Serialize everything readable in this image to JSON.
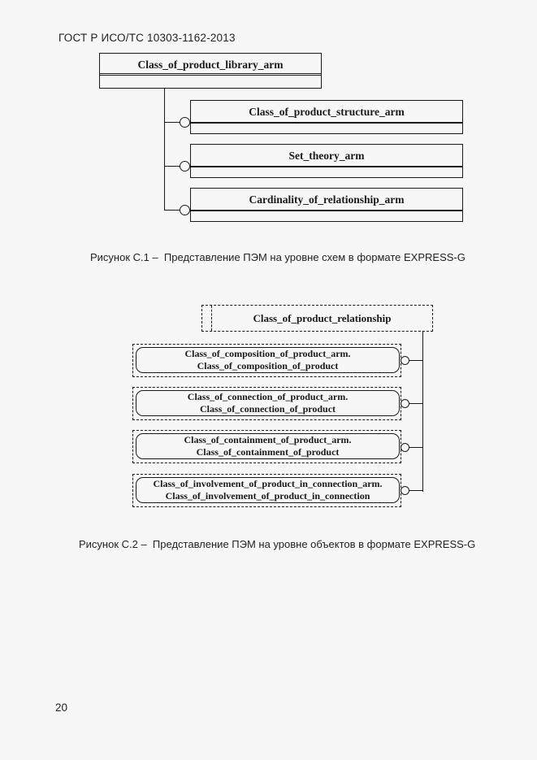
{
  "page": {
    "header": "ГОСТ Р ИСО/ТС 10303-1162-2013",
    "page_number": "20"
  },
  "colors": {
    "page_bg": "#f7f7f7",
    "ink": "#1a1a1a"
  },
  "figure1": {
    "caption": "Рисунок С.1 –  Представление ПЭМ на уровне схем в формате EXPRESS-G",
    "root_schema": "Class_of_product_library_arm",
    "child_schemas": [
      "Class_of_product_structure_arm",
      "Set_theory_arm",
      "Cardinality_of_relationship_arm"
    ]
  },
  "figure2": {
    "caption": "Рисунок С.2 –  Представление ПЭМ на уровне объектов в формате EXPRESS-G",
    "referenced_entity": "Class_of_product_relationship",
    "entities": [
      {
        "line1": "Class_of_composition_of_product_arm.",
        "line2": "Class_of_composition_of_product"
      },
      {
        "line1": "Class_of_connection_of_product_arm.",
        "line2": "Class_of_connection_of_product"
      },
      {
        "line1": "Class_of_containment_of_product_arm.",
        "line2": "Class_of_containment_of_product"
      },
      {
        "line1": "Class_of_involvement_of_product_in_connection_arm.",
        "line2": "Class_of_involvement_of_product_in_connection"
      }
    ]
  }
}
